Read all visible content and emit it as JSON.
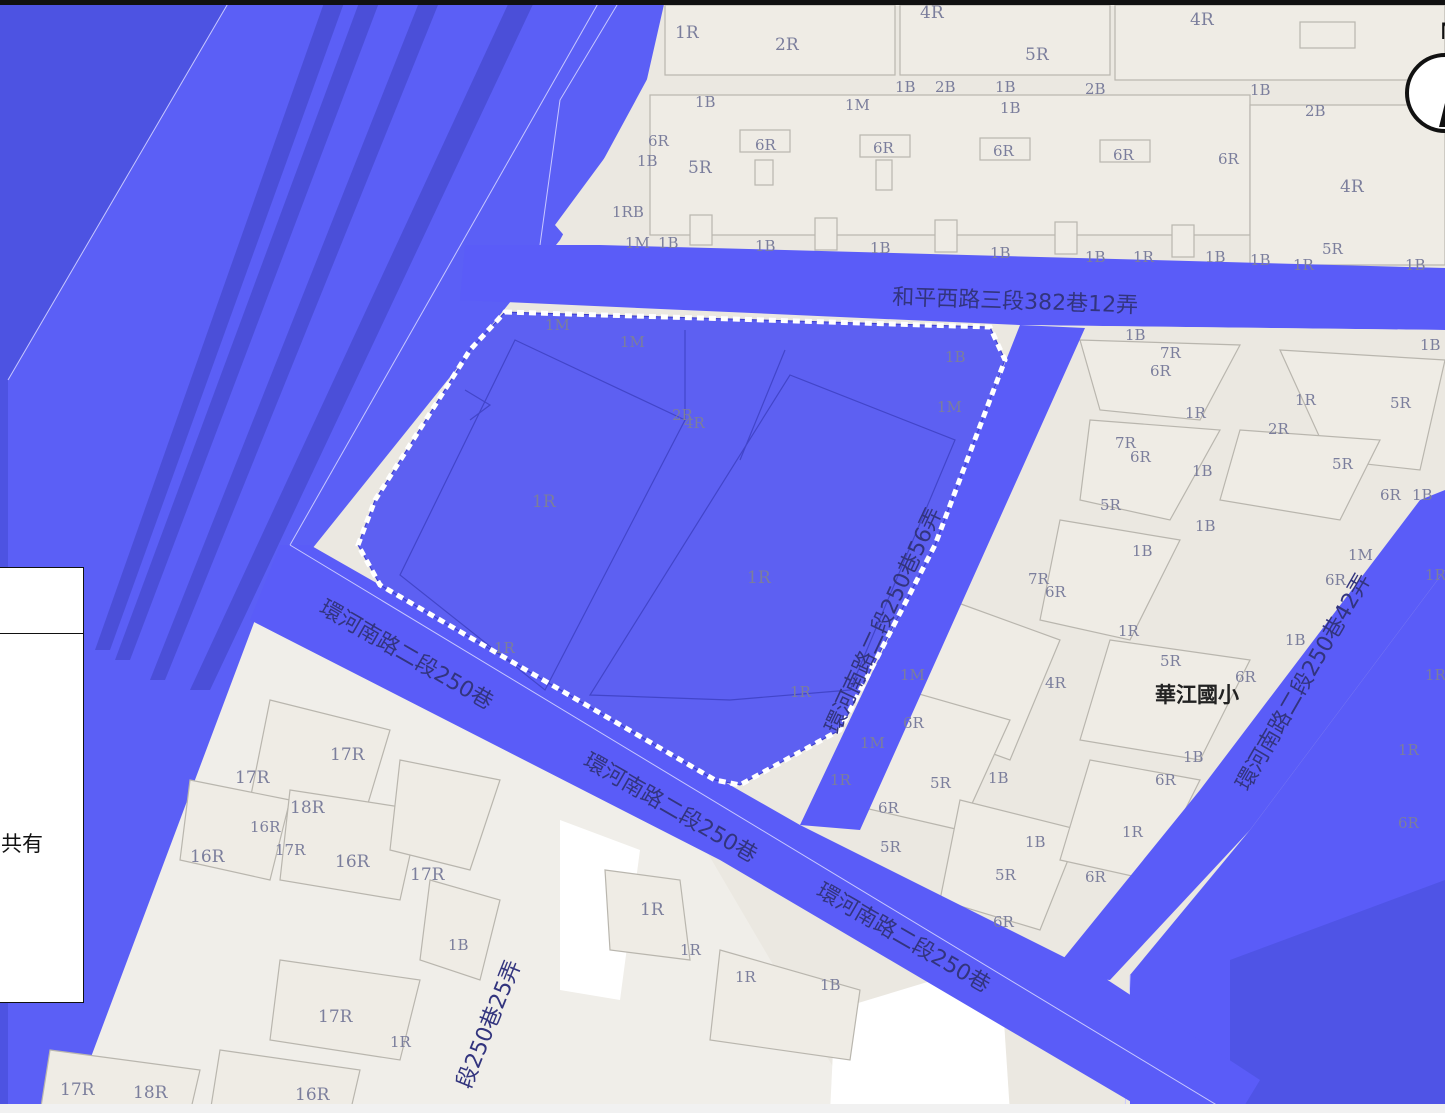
{
  "map": {
    "road_labels": [
      "和平西路三段382巷12弄",
      "環河南路二段250巷56弄",
      "環河南路二段250巷",
      "環河南路二段250巷",
      "環河南路二段250巷",
      "環河南路二段250巷42弄",
      "段250巷25弄"
    ],
    "poi_label": "華江國小",
    "legend_text": "共有",
    "compass_letter": "N",
    "colors": {
      "road": "#5a5cf8",
      "water_dark": "#4f54e6",
      "parcel_fill": "#5d60f2",
      "building": "#ebe8e1",
      "boundary_dash": "#ffffff"
    },
    "building_labels": {
      "top": [
        "4R",
        "1R",
        "2R",
        "5R",
        "4R",
        "1B",
        "2B",
        "1B",
        "2B",
        "1B",
        "1B",
        "1M",
        "1B",
        "2B",
        "6R",
        "1B",
        "5R",
        "6R",
        "6R",
        "6R",
        "6R",
        "6R",
        "4R",
        "1RB",
        "1M",
        "1B",
        "1B",
        "1B",
        "1B",
        "1B",
        "1R",
        "1B",
        "1B",
        "1R",
        "5R",
        "1B"
      ],
      "site": [
        "1M",
        "1M",
        "1B",
        "1M",
        "2R",
        "4R",
        "1R",
        "1R",
        "1R"
      ],
      "right": [
        "1B",
        "7R",
        "6R",
        "1B",
        "1R",
        "5R",
        "2R",
        "1R",
        "5R",
        "7R",
        "6R",
        "1B",
        "5R",
        "6R",
        "1B",
        "1B",
        "1B",
        "1M",
        "1R",
        "6R",
        "7R",
        "6R",
        "1B",
        "1R",
        "5R",
        "4R",
        "1M",
        "6R",
        "1M",
        "1R",
        "5R",
        "1B",
        "6R",
        "6R",
        "5R",
        "1B",
        "1R",
        "5R",
        "6R",
        "6R",
        "1R",
        "6R",
        "1R"
      ],
      "bottom": [
        "17R",
        "17R",
        "18R",
        "16R",
        "17R",
        "16R",
        "16R",
        "17R",
        "1B",
        "1R",
        "1R",
        "1R",
        "1B",
        "17R",
        "1R",
        "17R",
        "18R",
        "16R"
      ]
    }
  }
}
